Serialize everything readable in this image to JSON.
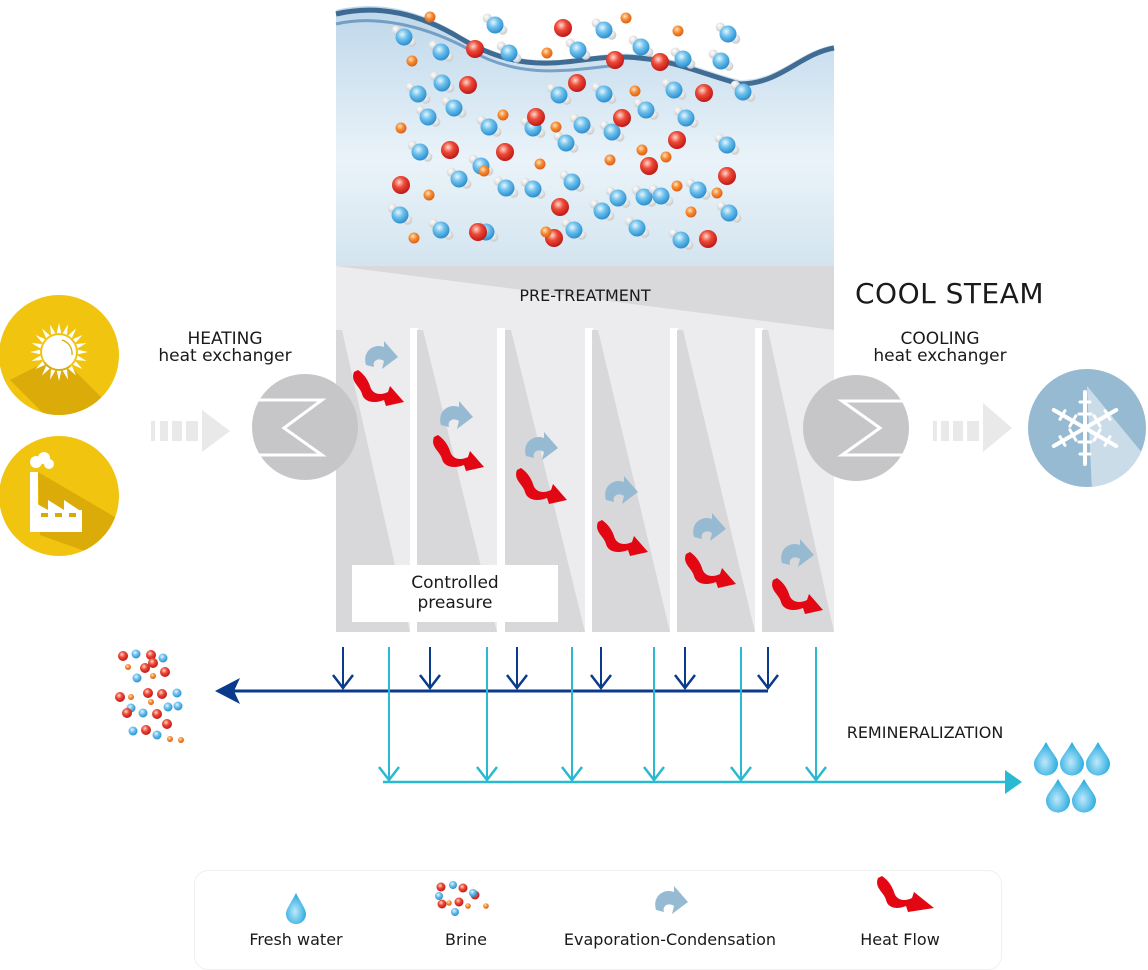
{
  "title": "COOL STEAM",
  "heating": {
    "line1": "HEATING",
    "line2": "heat exchanger",
    "sources": [
      "sun-icon",
      "factory-icon"
    ]
  },
  "cooling": {
    "line1": "COOLING",
    "line2": "heat exchanger",
    "sink": "snowflake-icon"
  },
  "vessel": {
    "pretreatment_label": "PRE-TREATMENT",
    "pressure_label_line1": "Controlled",
    "pressure_label_line2": "preasure",
    "stages": 6
  },
  "outputs": {
    "brine_output": "brine-icon",
    "fresh_water_label": "REMINERALIZATION",
    "fresh_water_output": "water-drops-icon"
  },
  "legend": [
    {
      "icon": "water-drop-icon",
      "label": "Fresh water"
    },
    {
      "icon": "brine-icon",
      "label": "Brine"
    },
    {
      "icon": "evaporation-condensation-icon",
      "label": "Evaporation-Condensation"
    },
    {
      "icon": "heat-flow-icon",
      "label": "Heat Flow"
    }
  ],
  "colors": {
    "heat_source": "#f0c010",
    "heat_shadow": "#d6a80a",
    "exchanger": "#c4c4c4",
    "cold_sink": "#97bad3",
    "heat_flow": "#e30613",
    "evap_cond": "#97bad3",
    "brine_line": "#0a3a8c",
    "fresh_line": "#29b9d0"
  }
}
